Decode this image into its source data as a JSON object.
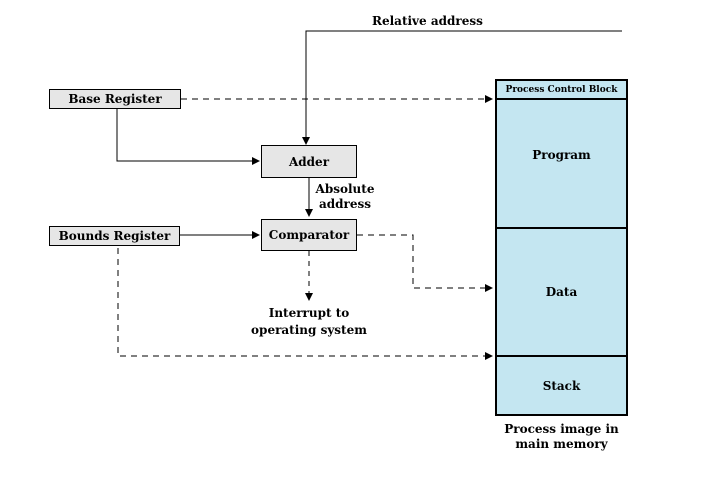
{
  "labels": {
    "relative_address": "Relative address",
    "absolute_address_line1": "Absolute",
    "absolute_address_line2": "address",
    "interrupt_line1": "Interrupt to",
    "interrupt_line2": "operating system",
    "process_image_line1": "Process image in",
    "process_image_line2": "main memory"
  },
  "boxes": {
    "base_register": "Base Register",
    "bounds_register": "Bounds Register",
    "adder": "Adder",
    "comparator": "Comparator"
  },
  "memory": {
    "pcb": "Process Control Block",
    "program": "Program",
    "data": "Data",
    "stack": "Stack"
  },
  "colors": {
    "register_fill": "#e6e6e6",
    "memory_fill": "#c4e6f1",
    "line": "#000000"
  }
}
